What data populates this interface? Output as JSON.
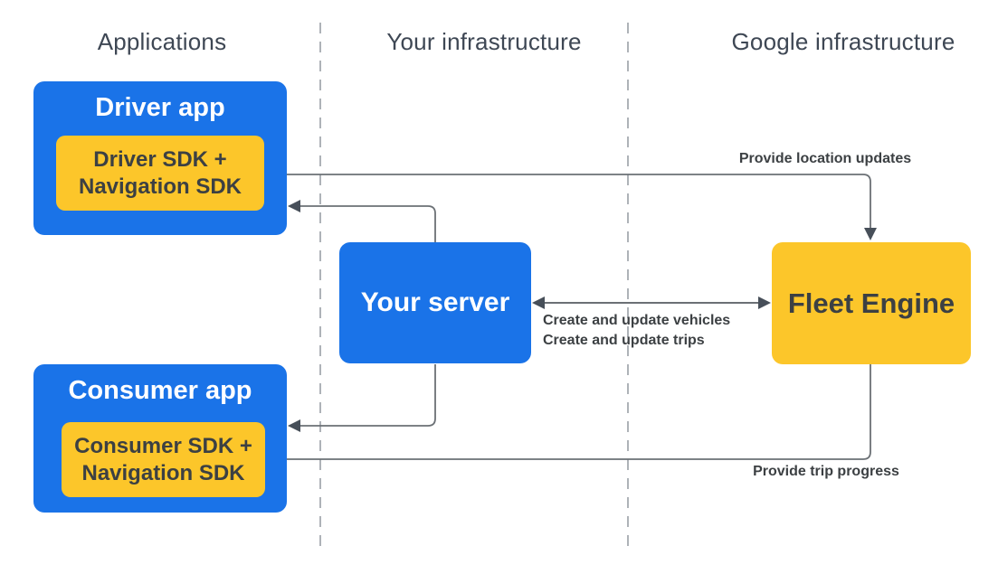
{
  "headers": {
    "applications": "Applications",
    "your_infrastructure": "Your infrastructure",
    "google_infrastructure": "Google infrastructure"
  },
  "nodes": {
    "driver_app": {
      "title": "Driver app",
      "sdk": "Driver SDK +\nNavigation SDK"
    },
    "consumer_app": {
      "title": "Consumer app",
      "sdk": "Consumer SDK +\nNavigation SDK"
    },
    "your_server": {
      "title": "Your server"
    },
    "fleet_engine": {
      "title": "Fleet Engine"
    }
  },
  "connectors": {
    "location_updates": {
      "label": "Provide location updates",
      "from": "Driver SDK + Navigation SDK",
      "to": "Fleet Engine",
      "direction": "one-way"
    },
    "server_to_driver_app": {
      "label": "",
      "from": "Your server",
      "to": "Driver app",
      "direction": "one-way"
    },
    "server_fleet_engine": {
      "label_line1": "Create and update vehicles",
      "label_line2": "Create and update trips",
      "from": "Your server",
      "to": "Fleet Engine",
      "direction": "bidirectional"
    },
    "server_to_consumer_app": {
      "label": "",
      "from": "Your server",
      "to": "Consumer app",
      "direction": "one-way"
    },
    "trip_progress": {
      "label": "Provide trip progress",
      "from": "Fleet Engine",
      "to": "Consumer SDK + Navigation SDK",
      "direction": "one-way"
    }
  },
  "colors": {
    "blue": "#1a73e8",
    "yellow": "#fcc62a",
    "dark_text": "#3c4043",
    "header_text": "#3e4754",
    "line": "#6b7075",
    "arrowhead": "#474f59",
    "divider": "#9aa0a6",
    "white": "#ffffff",
    "bg": "#ffffff"
  }
}
